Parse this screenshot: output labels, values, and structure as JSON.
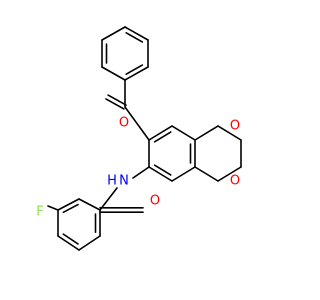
{
  "structure": {
    "atom_labels": {
      "carbonyl_oxygen_top": "O",
      "ring_oxygen_top": "O",
      "ring_oxygen_bottom": "O",
      "amide_nitrogen": "N",
      "amide_hydrogen": "H",
      "amide_oxygen": "O",
      "fluorine": "F"
    },
    "colors": {
      "oxygen": "#ff0000",
      "nitrogen": "#0000ff",
      "fluorine": "#90e050",
      "bond": "#000000"
    }
  }
}
